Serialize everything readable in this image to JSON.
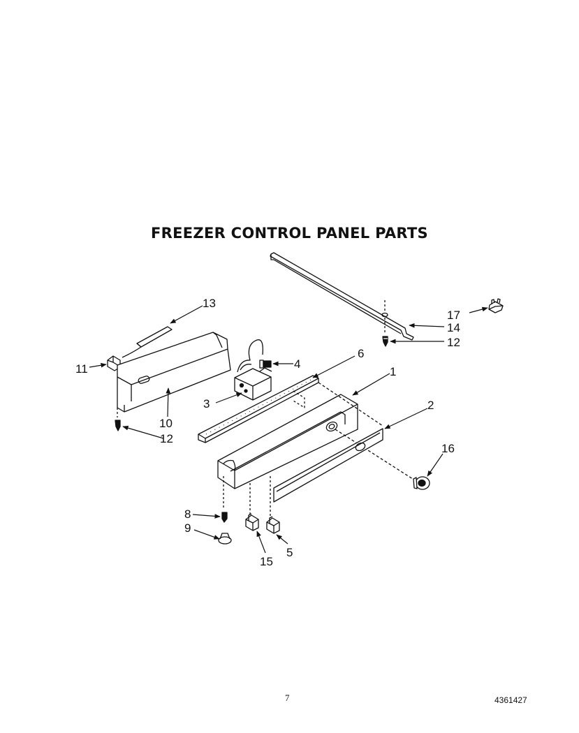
{
  "title": "FREEZER CONTROL PANEL PARTS",
  "callouts": [
    "1",
    "2",
    "3",
    "4",
    "5",
    "6",
    "8",
    "9",
    "10",
    "11",
    "12",
    "12",
    "13",
    "14",
    "15",
    "16",
    "17"
  ],
  "footer": {
    "page_number": "7",
    "document_number": "4361427"
  }
}
